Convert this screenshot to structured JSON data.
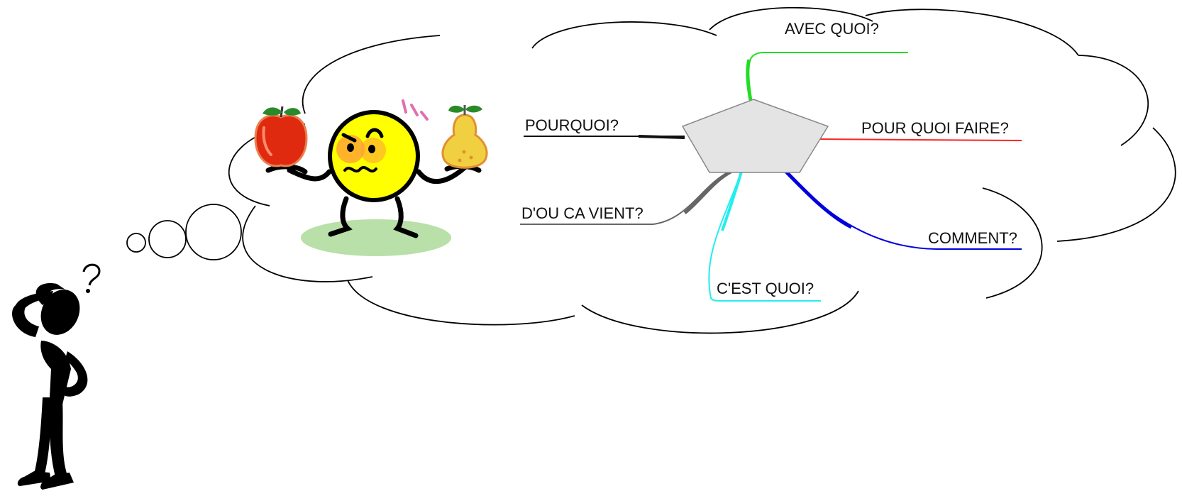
{
  "diagram": {
    "branches": [
      {
        "id": "avec",
        "label": "AVEC QUOI?",
        "color": "#22dd22"
      },
      {
        "id": "pourquoi",
        "label": "POURQUOI?",
        "color": "#111111"
      },
      {
        "id": "pourfaire",
        "label": "POUR QUOI FAIRE?",
        "color": "#ff2222"
      },
      {
        "id": "dou",
        "label": "D'OU CA VIENT?",
        "color": "#666666"
      },
      {
        "id": "comment",
        "label": "COMMENT?",
        "color": "#0000dd"
      },
      {
        "id": "cest",
        "label": "C'EST QUOI?",
        "color": "#22eeee"
      }
    ],
    "center_shape": {
      "shape": "pentagon",
      "fill": "#e4e4e4",
      "stroke": "#888888"
    }
  },
  "illustrations": {
    "thinking_person": "silhouette-icon",
    "cloud": "thought-cloud-icon",
    "character": "worried-face-icon",
    "apple": "apple-icon",
    "pear": "pear-icon"
  }
}
